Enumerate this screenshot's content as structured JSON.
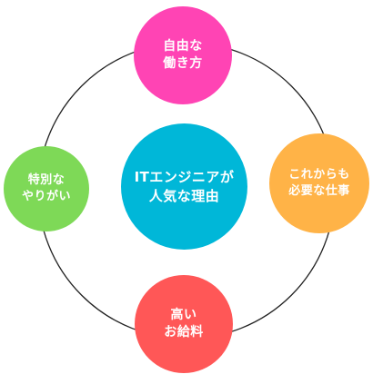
{
  "diagram": {
    "center": {
      "lines": [
        "ITエンジニアが",
        "人気な理由"
      ],
      "color": "#00b7d8"
    },
    "nodes": {
      "top": {
        "lines": [
          "自由な",
          "働き方"
        ],
        "color": "#ff44b4"
      },
      "left": {
        "lines": [
          "特別な",
          "やりがい"
        ],
        "color": "#7ed957"
      },
      "right": {
        "lines": [
          "これからも",
          "必要な仕事"
        ],
        "color": "#ffb347"
      },
      "bottom": {
        "lines": [
          "高い",
          "お給料"
        ],
        "color": "#ff5757"
      }
    },
    "ring_color": "#222222"
  }
}
